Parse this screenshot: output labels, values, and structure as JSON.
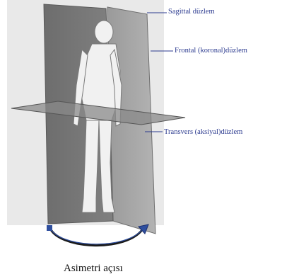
{
  "labels": {
    "sagittal": "Sagittal düzlem",
    "frontal": "Frontal (koronal)düzlem",
    "transverse": "Transvers (aksiyal)düzlem"
  },
  "caption": "Asimetri açısı",
  "colors": {
    "label_text": "#2b3a8f",
    "caption_text": "#111111",
    "arrow": "#2f4f9f"
  },
  "icons": {
    "rotation_arrow": "curved-arrow-icon"
  }
}
